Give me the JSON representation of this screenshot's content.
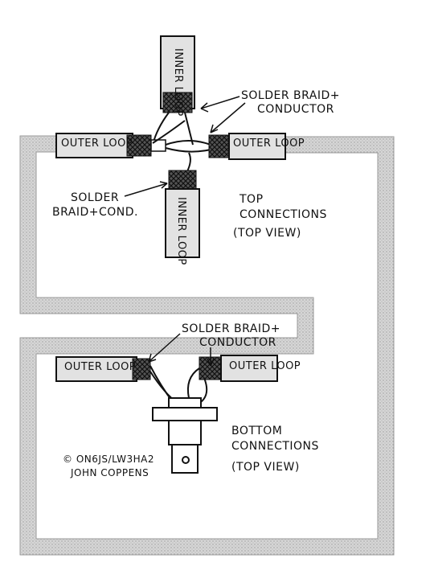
{
  "labels": {
    "inner_loop": "INNER LOOP",
    "outer_loop_top_left": "OUTER LOOP",
    "outer_loop_top_right": "OUTER LOOP",
    "inner_loop_lower": "INNER LOOP",
    "outer_loop_bottom_left": "OUTER LOOP",
    "outer_loop_bottom_right": "OUTER LOOP",
    "solder_top_line1": "SOLDER BRAID+",
    "solder_top_line2": "CONDUCTOR",
    "solder_left_line1": "SOLDER",
    "solder_left_line2": "BRAID+COND.",
    "top_conn_line1": "TOP",
    "top_conn_line2": "CONNECTIONS",
    "top_conn_line3": "(TOP VIEW)",
    "solder_bottom_line1": "SOLDER BRAID+",
    "solder_bottom_line2": "CONDUCTOR",
    "bottom_conn_line1": "BOTTOM",
    "bottom_conn_line2": "CONNECTIONS",
    "bottom_conn_line3": "(TOP VIEW)",
    "copyright_line1": "© ON6JS/LW3HA2",
    "copyright_line2": "JOHN COPPENS"
  },
  "colors": {
    "ink": "#111111",
    "loop_band": "#cfcfcf",
    "cable_fill": "#e2e2e2",
    "paper": "#ffffff"
  }
}
